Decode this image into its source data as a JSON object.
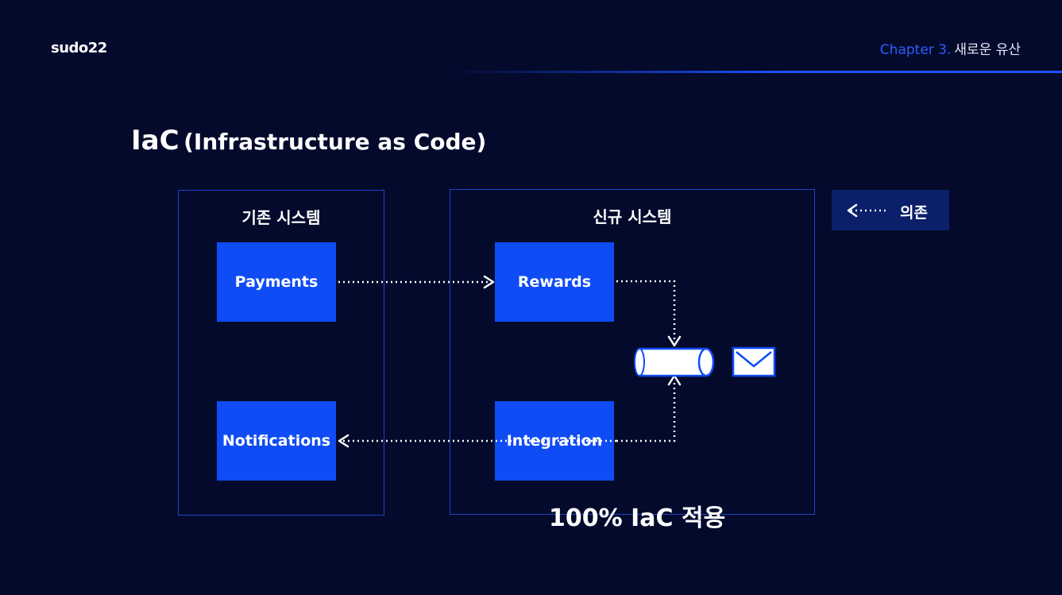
{
  "header": {
    "logo": "sudo22",
    "chapter_num": "Chapter 3.",
    "chapter_title": "새로운 유산"
  },
  "slide": {
    "title_main": "IaC",
    "title_paren": "(Infrastructure as Code)"
  },
  "legacy": {
    "label": "기존 시스템",
    "payments": "Payments",
    "notifications": "Notifications"
  },
  "new_system": {
    "label": "신규 시스템",
    "rewards": "Rewards",
    "integration": "Integration"
  },
  "legend": {
    "label": "의존"
  },
  "footer": {
    "text": "100% IaC 적용"
  },
  "colors": {
    "background": "#030a2c",
    "service_box": "#0f4cf5",
    "frame": "#1f43c4",
    "accent": "#2f5dff"
  }
}
